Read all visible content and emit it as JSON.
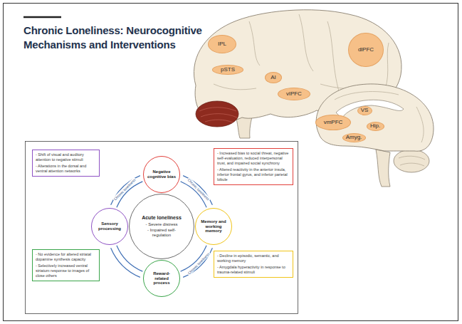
{
  "diagram": {
    "title": "Chronic Loneliness: Neurocognitive Mechanisms and Interventions",
    "nodes": [
      {
        "text": [
          "IPL"
        ]
      },
      {
        "text": [
          "pSTS"
        ]
      },
      {
        "text": [
          "AI"
        ]
      },
      {
        "text": [
          "vlPFC"
        ]
      },
      {
        "text": [
          "dlPFC"
        ]
      },
      {
        "text": [
          "- Shift of visual and auditory attention to negative stimuli",
          "- Alterations in the dorsal and ventral attention networks"
        ]
      },
      {
        "text": [
          "Negative cognitive bias"
        ]
      },
      {
        "text": [
          "- Increased bias to social threat, negative self-evaluation, reduced interpersonal trust, and impaired social synchrony",
          "- Altered reactivity in the anterior insula, inferior frontal gyrus, and inferior parietal lobule"
        ]
      },
      {
        "text": [
          "Sensory processing"
        ]
      },
      {
        "text": [
          "Acute loneliness",
          "- Severe distress",
          "- Impaired self-regulation"
        ]
      },
      {
        "text": [
          "Memory and working memory"
        ]
      },
      {
        "text": [
          "- No evidence for altered striatal dopamine synthesis capacity",
          "- Selectively increased ventral striatum response to images of close others"
        ]
      },
      {
        "text": [
          "Reward-related process"
        ]
      },
      {
        "text": [
          "- Decline in episodic, semantic, and working memory",
          "- Amygdala hyperactivity in response to trauma-related stimuli"
        ]
      },
      {
        "text": [
          "VS"
        ]
      },
      {
        "text": [
          "vmPFC"
        ]
      },
      {
        "text": [
          "Hip."
        ]
      },
      {
        "text": [
          "Amyg."
        ]
      }
    ],
    "edges": [
      {
        "from": 6,
        "to": 10,
        "arrow": "none",
        "label": "Chronic loneliness"
      },
      {
        "from": 10,
        "to": 12,
        "arrow": "none",
        "label": "Chronic loneliness"
      },
      {
        "from": 12,
        "to": 8,
        "arrow": "none"
      },
      {
        "from": 8,
        "to": 6,
        "arrow": "none",
        "label": "Chronic loneliness"
      }
    ]
  }
}
